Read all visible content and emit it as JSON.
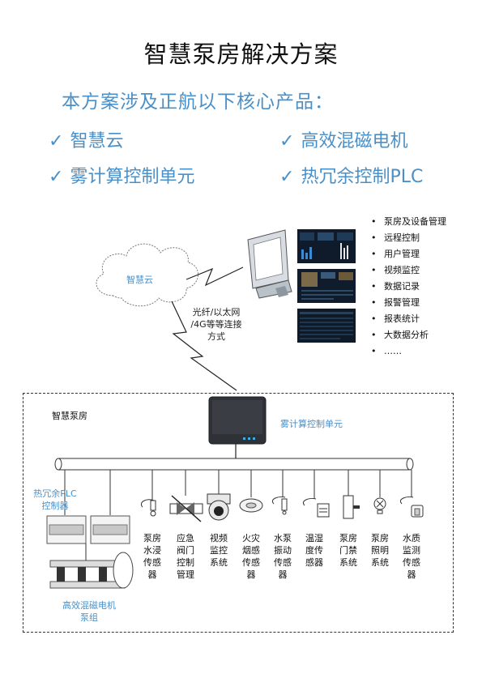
{
  "title": "智慧泵房解决方案",
  "subtitle": "本方案涉及正航以下核心产品：",
  "check_symbol": "✓",
  "features": [
    "智慧云",
    "高效混磁电机",
    "雾计算控制单元",
    "热冗余控制PLC"
  ],
  "cloud": {
    "label": "智慧云"
  },
  "connection": {
    "line1": "光纤/以太网",
    "line2": "/4G等等连接",
    "line3": "方式"
  },
  "platform_functions": [
    "泵房及设备管理",
    "远程控制",
    "用户管理",
    "视频监控",
    "数据记录",
    "报警管理",
    "报表统计",
    "大数据分析",
    "……"
  ],
  "pump_room": {
    "label": "智慧泵房",
    "gateway_label": "雾计算控制单元",
    "plc_label_1": "热冗余PLC",
    "plc_label_2": "控制器",
    "pump_label_1": "高效混磁电机",
    "pump_label_2": "泵组"
  },
  "devices": [
    {
      "label": "泵房水浸传感器",
      "icon": "water-immersion-sensor-icon"
    },
    {
      "label": "应急阀门控制管理",
      "icon": "valve-icon"
    },
    {
      "label": "视频监控系统",
      "icon": "camera-icon"
    },
    {
      "label": "火灾烟感传感器",
      "icon": "smoke-detector-icon"
    },
    {
      "label": "水泵振动传感器",
      "icon": "vibration-sensor-icon"
    },
    {
      "label": "温湿度传感器",
      "icon": "thermometer-icon"
    },
    {
      "label": "泵房门禁系统",
      "icon": "door-access-icon"
    },
    {
      "label": "泵房照明系统",
      "icon": "light-bulb-icon"
    },
    {
      "label": "水质监测传感器",
      "icon": "water-quality-icon"
    }
  ],
  "colors": {
    "accent": "#4a90c8",
    "text": "#111111",
    "screen_bg": "#0f1b2a"
  }
}
